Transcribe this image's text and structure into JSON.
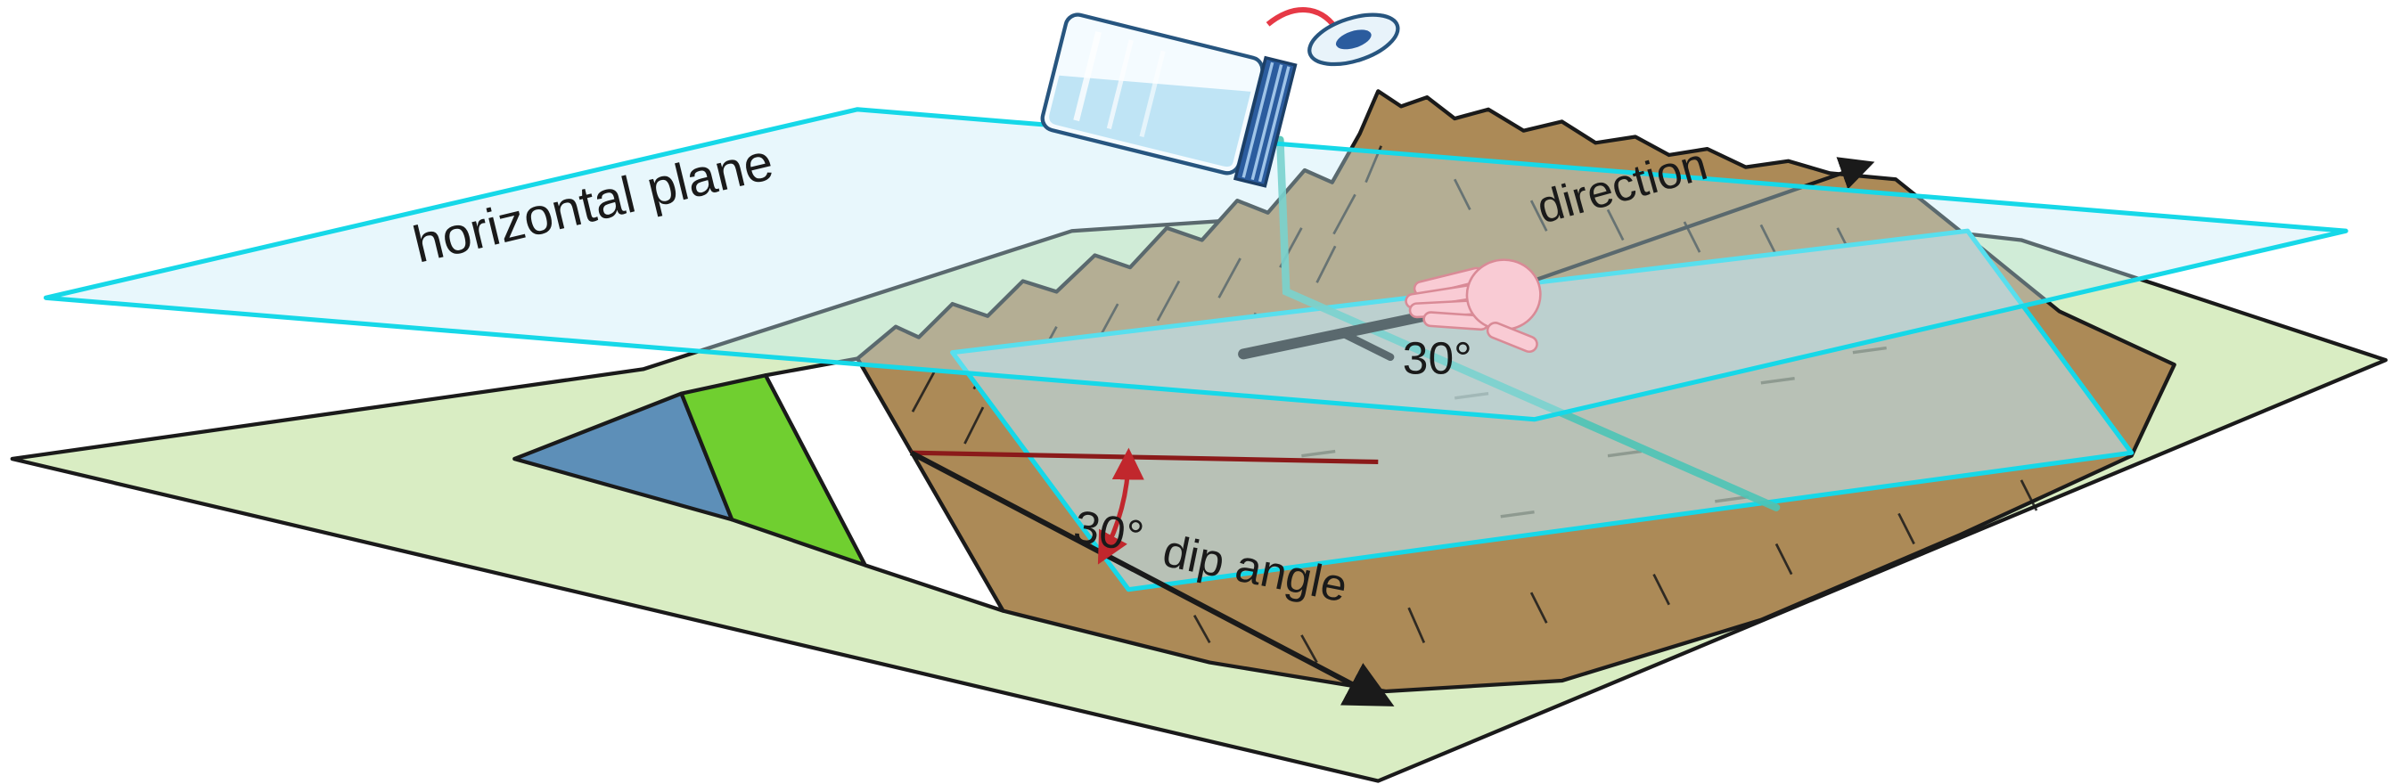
{
  "scene": {
    "background": "#ffffff",
    "labels": {
      "horizontal_plane": "horizontal plane",
      "direction": "direction",
      "strike_angle": "30°",
      "dip_angle_value": "30°",
      "dip_angle_text": "dip angle"
    },
    "colors": {
      "ground_green": "#d9edc3",
      "terrain_brown": "#ac8a57",
      "stratum_white": "#ffffff",
      "stratum_green": "#70cf30",
      "stratum_blue": "#5d8fb8",
      "bedding_gray": "#b8c1b6",
      "horizontal_plane_fill": "#c2ebf6",
      "plane_edge_cyan": "#16d8e8",
      "stream_teal": "#4cc4b6",
      "annotation_red": "#c1272d",
      "ink": "#1a1a1a",
      "hand_pink": "#f9cbd4",
      "bottle_dark_blue": "#2b5c9e",
      "bottle_light_blue": "#bfe4f5"
    }
  }
}
